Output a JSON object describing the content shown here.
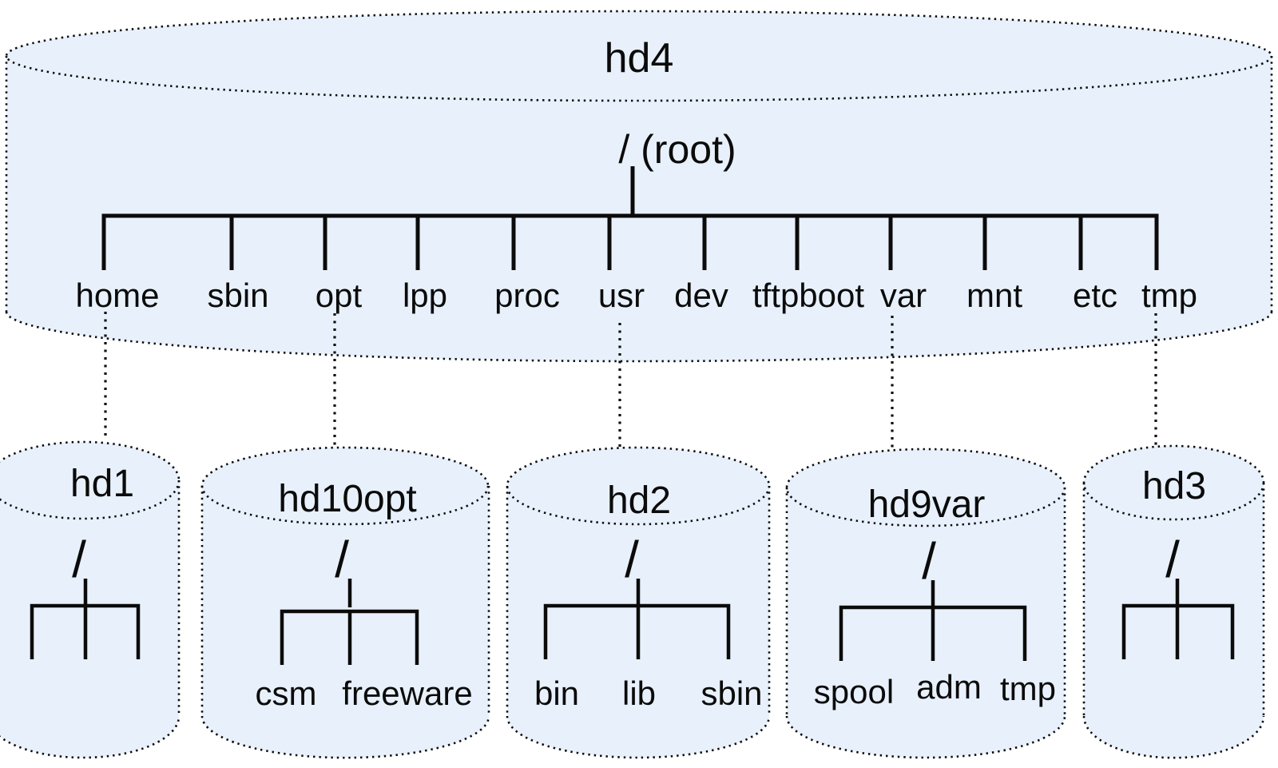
{
  "diagram": {
    "description": "AIX rootvg filesystem layout: root volume hd4 with mounted logical volumes",
    "colors": {
      "disk_fill": "#e8f1fb",
      "line": "#0b0b0b"
    },
    "hd4": {
      "name": "hd4",
      "root_label": "/ (root)",
      "directories": [
        "home",
        "sbin",
        "opt",
        "lpp",
        "proc",
        "usr",
        "dev",
        "tftpboot",
        "var",
        "mnt",
        "etc",
        "tmp"
      ]
    },
    "disks": [
      {
        "name": "hd1",
        "root_label": "/",
        "children": []
      },
      {
        "name": "hd10opt",
        "root_label": "/",
        "children": [
          "csm",
          "freeware"
        ]
      },
      {
        "name": "hd2",
        "root_label": "/",
        "children": [
          "bin",
          "lib",
          "sbin"
        ]
      },
      {
        "name": "hd9var",
        "root_label": "/",
        "children": [
          "spool",
          "adm",
          "tmp"
        ]
      },
      {
        "name": "hd3",
        "root_label": "/",
        "children": []
      }
    ],
    "mounts": [
      {
        "directory": "home",
        "volume": "hd1"
      },
      {
        "directory": "opt",
        "volume": "hd10opt"
      },
      {
        "directory": "usr",
        "volume": "hd2"
      },
      {
        "directory": "var",
        "volume": "hd9var"
      },
      {
        "directory": "tmp",
        "volume": "hd3"
      }
    ]
  }
}
